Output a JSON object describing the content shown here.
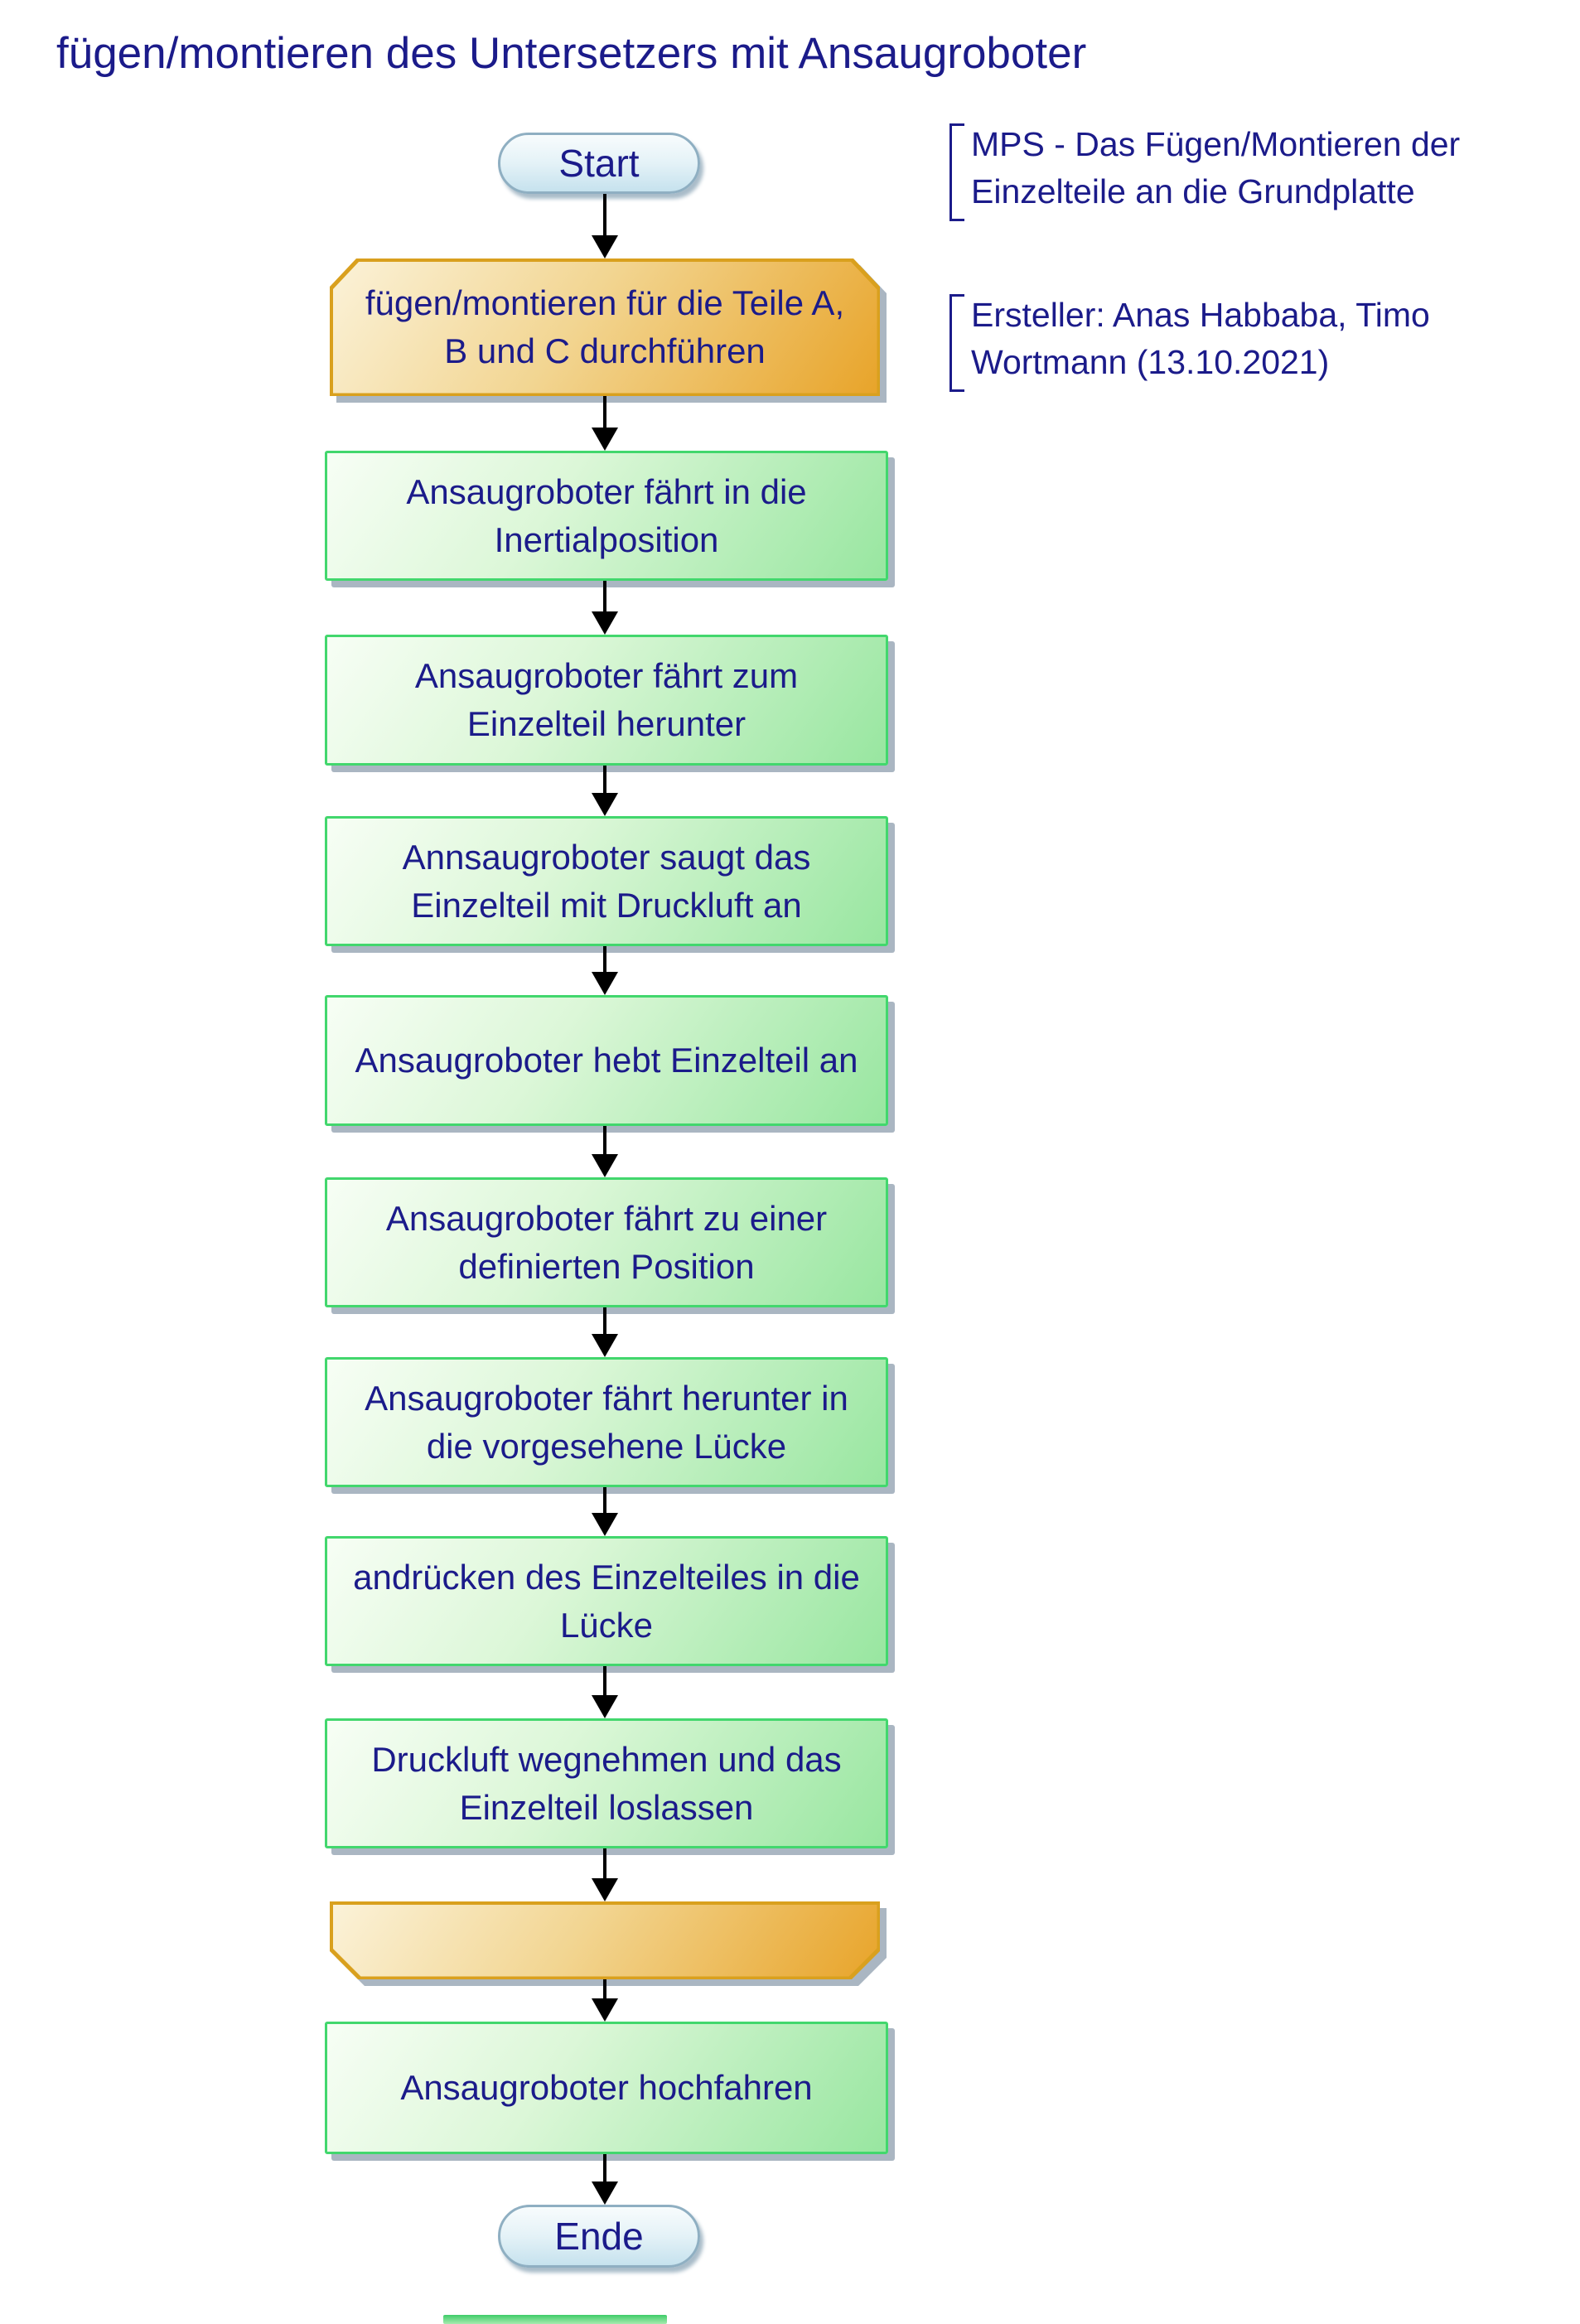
{
  "title": "fügen/montieren des Untersetzers mit Ansaugroboter",
  "annotations": [
    {
      "text": "MPS - Das Fügen/Montieren der Einzelteile an die Grundplatte"
    },
    {
      "text": "Ersteller: Anas Habbaba, Timo Wortmann (13.10.2021)"
    }
  ],
  "nodes": {
    "start": {
      "label": "Start"
    },
    "loop_start": {
      "label": "fügen/montieren für die Teile A, B und C durchführen"
    },
    "steps": [
      "Ansaugroboter fährt in die Inertialposition",
      "Ansaugroboter fährt zum Einzelteil herunter",
      "Annsaugroboter saugt das Einzelteil mit Druckluft an",
      "Ansaugroboter hebt Einzelteil an",
      "Ansaugroboter fährt zu einer definierten Position",
      "Ansaugroboter fährt herunter in die vorgesehene Lücke",
      "andrücken des Einzelteiles in die Lücke",
      "Druckluft wegnehmen und das Einzelteil loslassen"
    ],
    "loop_end": {
      "label": ""
    },
    "final_step": {
      "label": "Ansaugroboter hochfahren"
    },
    "end": {
      "label": "Ende"
    }
  },
  "colors": {
    "text": "#1b1b8a",
    "process_border": "#42d76d",
    "process_fill_light": "#f7fef5",
    "process_fill_dark": "#98e6a0",
    "loop_border": "#d9a01e",
    "loop_fill_light": "#fbf2d8",
    "loop_fill_dark": "#e8a42a",
    "terminator_border": "#8fafc2",
    "terminator_fill": "#c6e2ee",
    "shadow": "#aab6c2",
    "arrow": "#000000"
  }
}
